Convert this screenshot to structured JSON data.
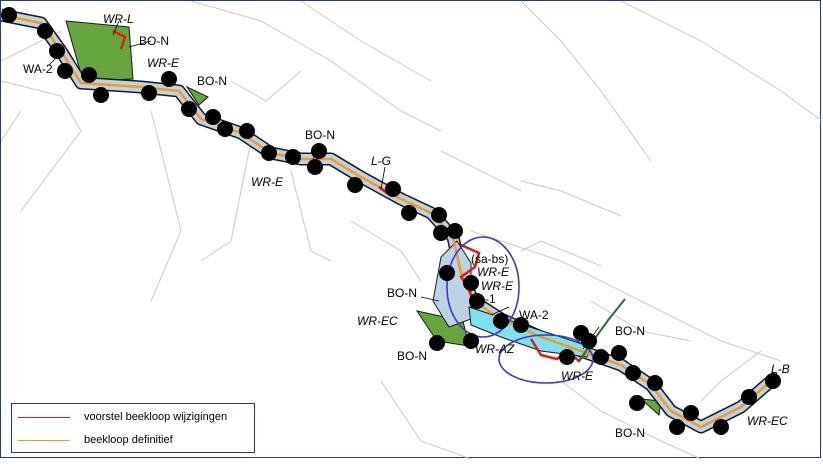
{
  "map": {
    "colors": {
      "parcel_line": "#c9c9c9",
      "river_fill": "#bcd3e6",
      "river_border": "#1a1a1a",
      "beekloop_definitief": "#f59a1f",
      "beekloop_wijziging": "#e31919",
      "nature_green": "#67a63c",
      "nature_cyan": "#7fe0f0",
      "marker": "#000000",
      "circle": "#3b3bc4"
    },
    "labels": [
      {
        "text": "WR-L",
        "italic": true
      },
      {
        "text": "BO-N",
        "italic": false
      },
      {
        "text": "WR-E",
        "italic": true
      },
      {
        "text": "WA-2",
        "italic": false
      },
      {
        "text": "BO-N",
        "italic": false
      },
      {
        "text": "BO-N",
        "italic": false
      },
      {
        "text": "L-G",
        "italic": true
      },
      {
        "text": "WR-E",
        "italic": true
      },
      {
        "text": "(sa-bs)",
        "italic": false
      },
      {
        "text": "WR-E",
        "italic": true
      },
      {
        "text": "WR-E",
        "italic": true
      },
      {
        "text": "A-1",
        "italic": false
      },
      {
        "text": "BO-N",
        "italic": false
      },
      {
        "text": "WA-2",
        "italic": false
      },
      {
        "text": "WR-EC",
        "italic": true
      },
      {
        "text": "BO-N",
        "italic": false
      },
      {
        "text": "WR-AZ",
        "italic": true
      },
      {
        "text": "BO-N",
        "italic": false
      },
      {
        "text": "WR-E",
        "italic": true
      },
      {
        "text": "L-B",
        "italic": true
      },
      {
        "text": "WR-EC",
        "italic": true
      },
      {
        "text": "BO-N",
        "italic": false
      }
    ]
  },
  "legend": {
    "items": [
      {
        "label": "voorstel beekloop wijzigingen",
        "color": "#e31919"
      },
      {
        "label": "beekloop definitief",
        "color": "#f59a1f"
      }
    ]
  }
}
